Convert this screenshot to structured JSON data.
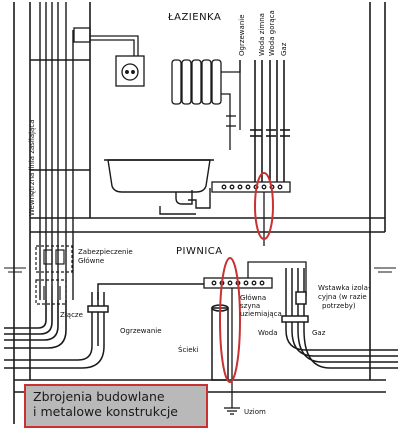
{
  "rooms": {
    "bathroom": "ŁAZIENKA",
    "basement": "PIWNICA"
  },
  "labels": {
    "rising_pipe": "Wewnętrzna linia zasilająca",
    "heating_top": "Ogrzewanie",
    "water_cold": "Woda zimna",
    "water_hot": "Woda gorąca",
    "gas_top": "Gaz",
    "main_fuse_1": "Zabezpieczenie",
    "main_fuse_2": "Główne",
    "connector": "Złącze",
    "heating_bottom": "Ogrzewanie",
    "sewage": "Ścieki",
    "bus_1": "Główna",
    "bus_2": "szyna",
    "bus_3": "uziemiająca",
    "insul_1": "Wstawka izola-",
    "insul_2": "cyjna (w razie",
    "insul_3": "potrzeby)",
    "water_bottom": "Woda",
    "gas_bottom": "Gaz",
    "earthing": "Uziom"
  },
  "callout": {
    "line1": "Zbrojenia budowlane",
    "line2": "i metalowe konstrukcje"
  },
  "colors": {
    "line": "#1a1a1a",
    "highlight": "#c83232",
    "callout_bg": "#b9b9b9"
  }
}
